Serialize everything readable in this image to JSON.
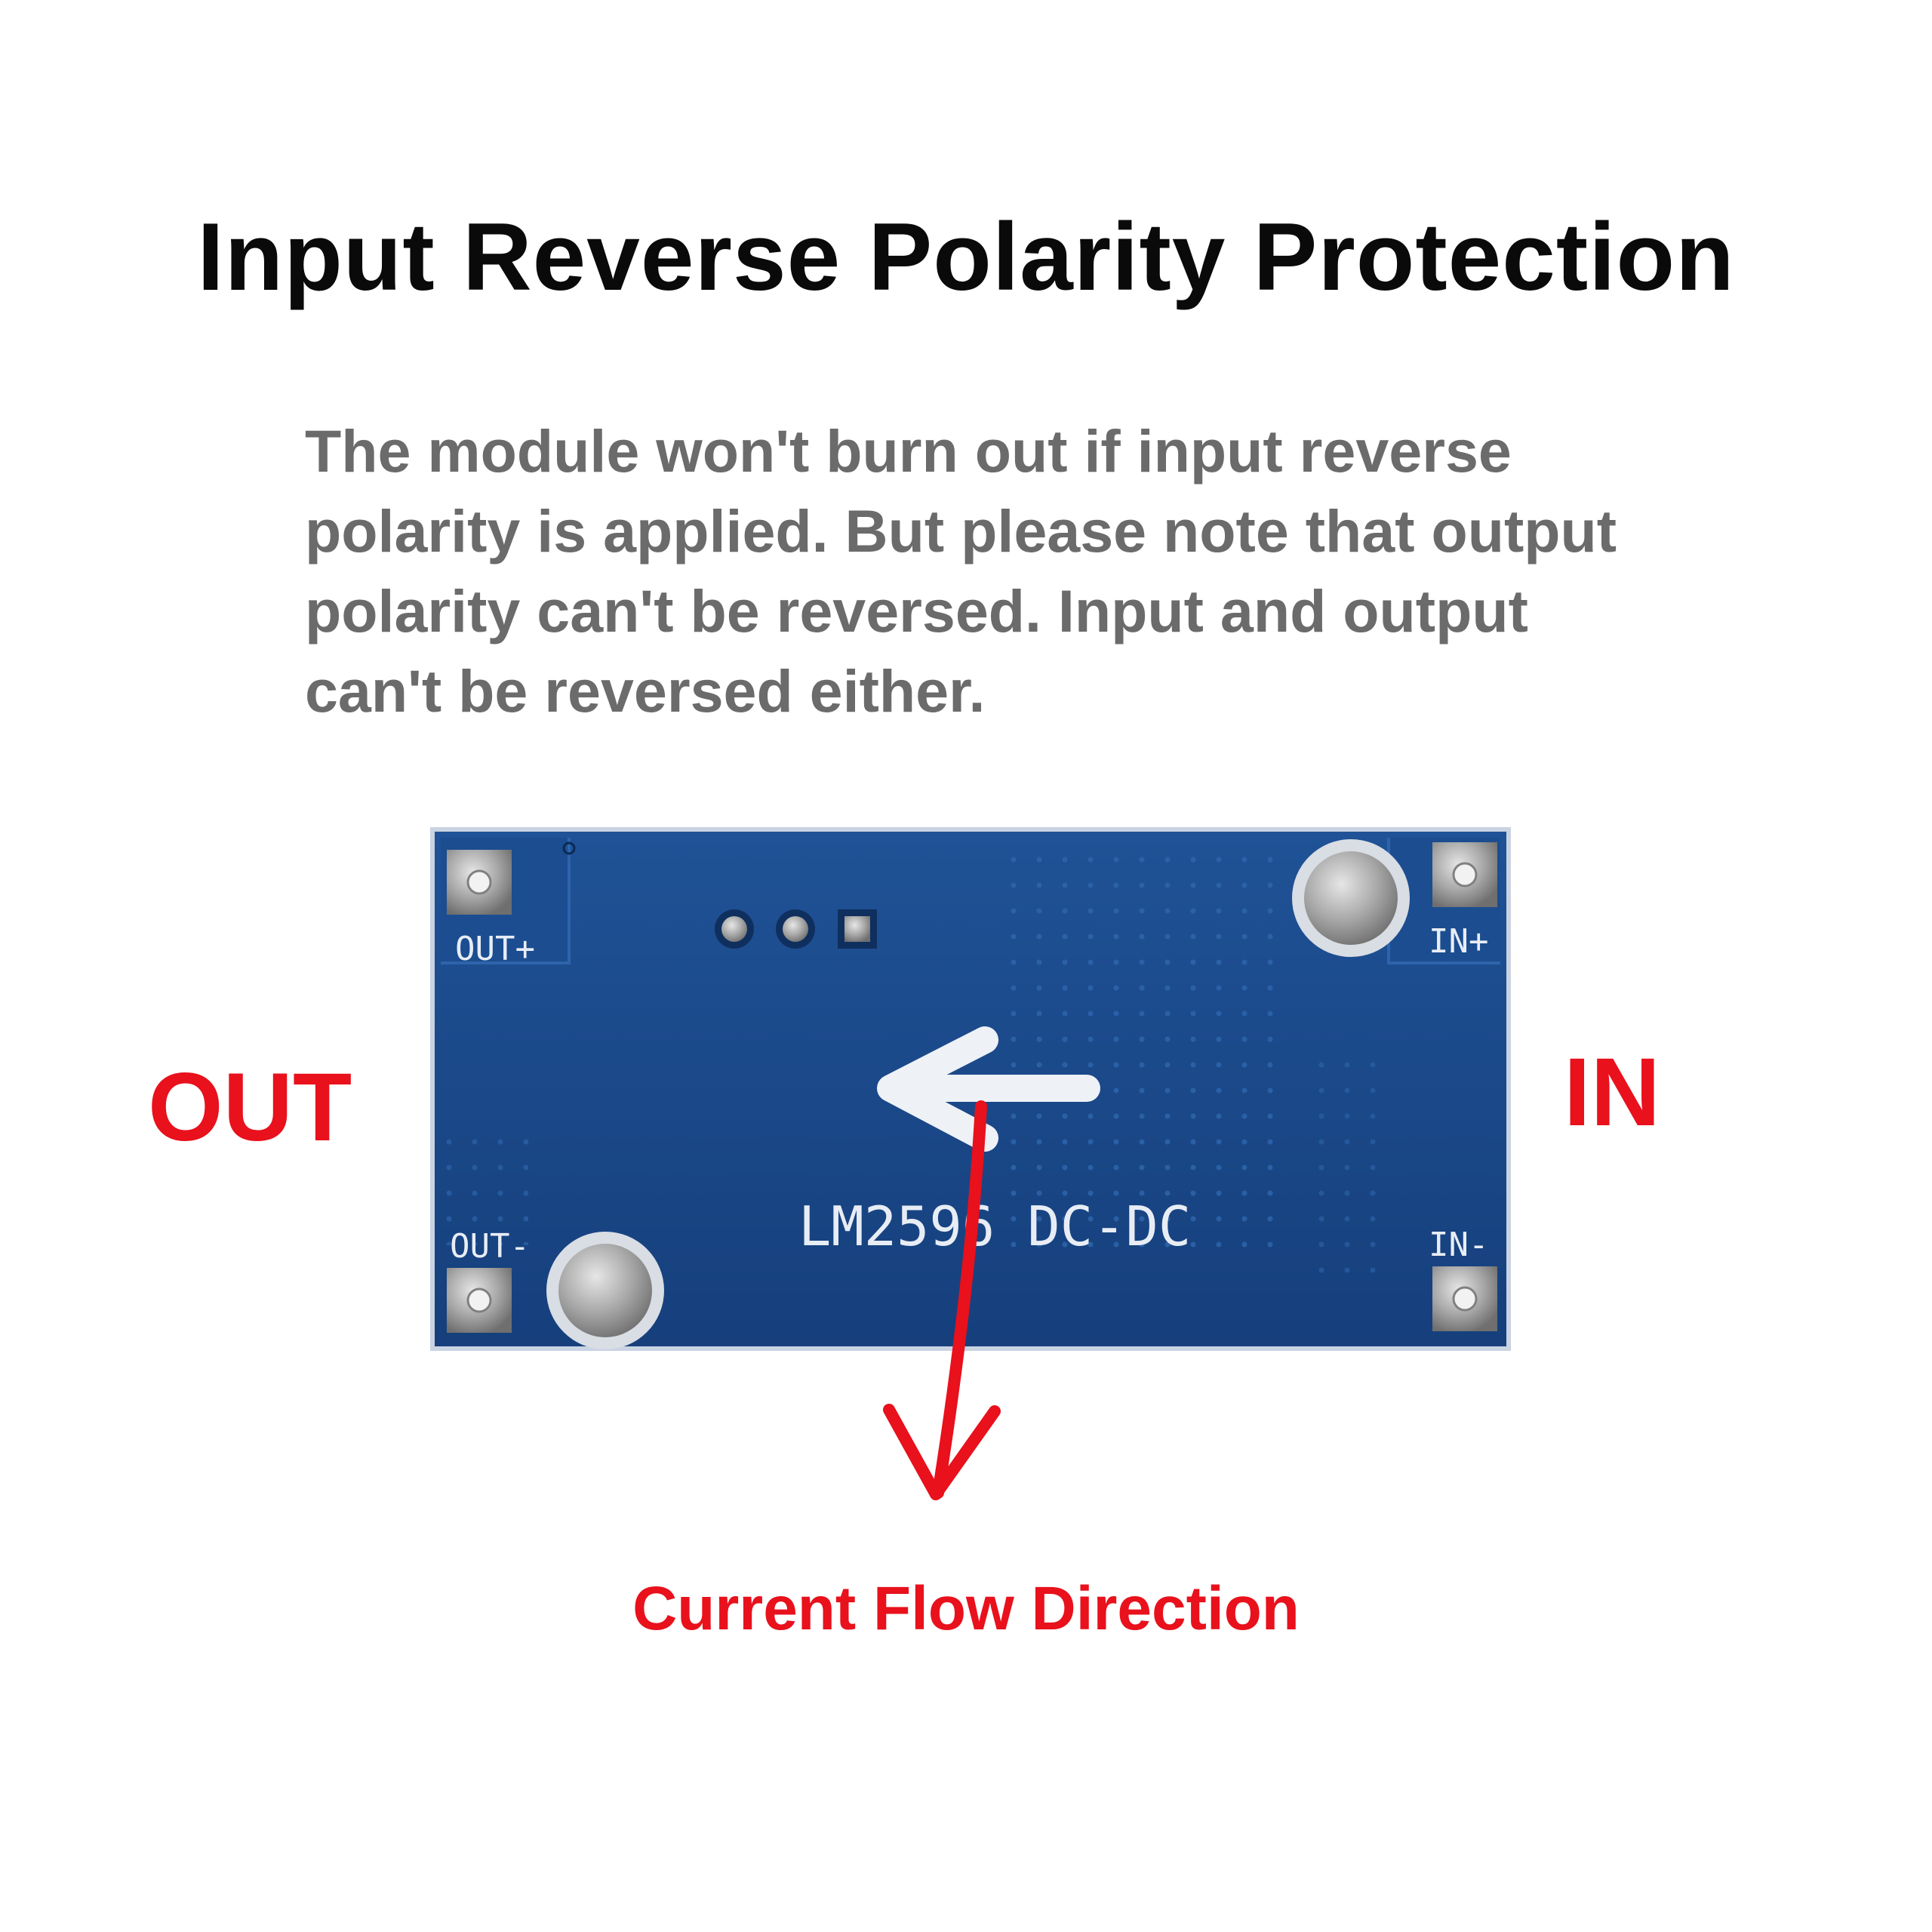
{
  "title": "Input Reverse Polarity Protection",
  "description_lines": [
    "The module won't burn out if input reverse",
    "polarity is applied. But please note that output",
    "polarity can't be reversed. Input and output",
    "can't be reversed either."
  ],
  "labels": {
    "out": "OUT",
    "in": "IN"
  },
  "board": {
    "silkscreen": {
      "out_plus": "OUT+",
      "out_minus": "OUT-",
      "in_plus": "IN+",
      "in_minus": "IN-",
      "part": "LM2596 DC-DC"
    },
    "colors": {
      "pcb": "#1a4a8c",
      "pcb_dark": "#133a72",
      "pad": "#a9a9a9",
      "silk": "#e8edf5"
    }
  },
  "caption": "Current Flow Direction",
  "colors": {
    "accent": "#e8111c",
    "title": "#0a0a0a",
    "body": "#6b6b6b"
  }
}
